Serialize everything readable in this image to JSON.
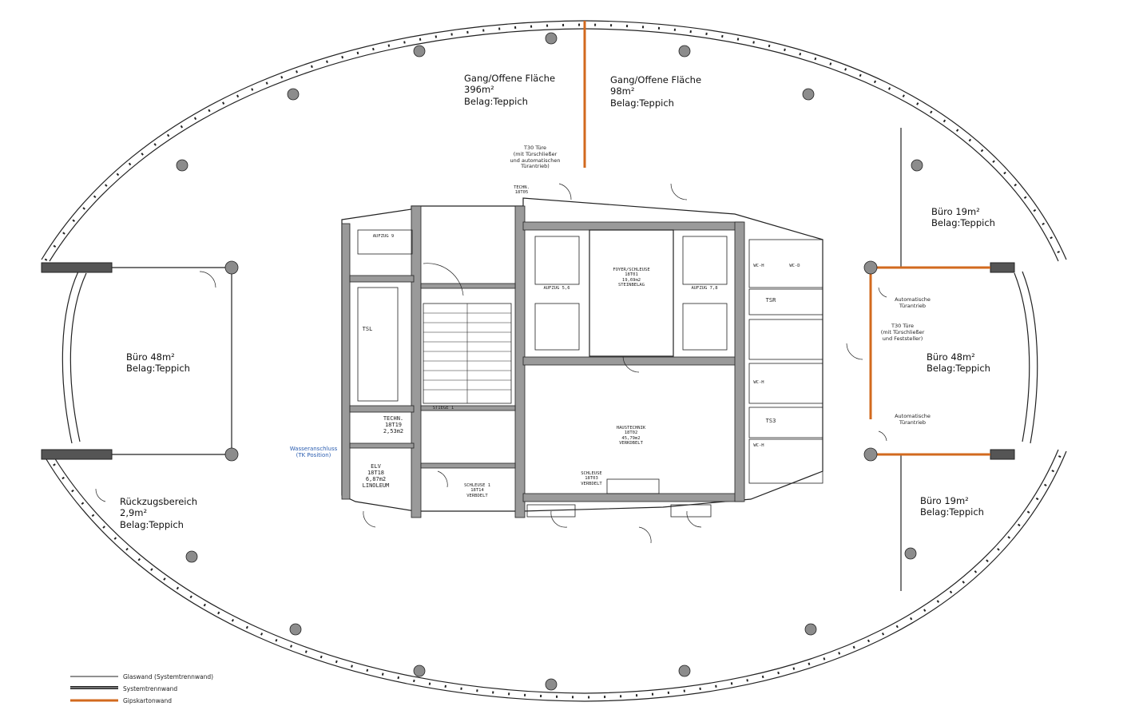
{
  "rooms": {
    "gang_left": {
      "name": "Gang/Offene Fläche",
      "area": "396m²",
      "floor": "Belag:Teppich"
    },
    "gang_right": {
      "name": "Gang/Offene Fläche",
      "area": "98m²",
      "floor": "Belag:Teppich"
    },
    "buero_48_left": {
      "name": "Büro 48m²",
      "floor": "Belag:Teppich"
    },
    "buero_48_right": {
      "name": "Büro 48m²",
      "floor": "Belag:Teppich"
    },
    "buero_19_top": {
      "name": "Büro 19m²",
      "floor": "Belag:Teppich"
    },
    "buero_19_bottom": {
      "name": "Büro 19m²",
      "floor": "Belag:Teppich"
    },
    "rueckzug": {
      "name": "Rückzugsbereich",
      "area": "2,9m²",
      "floor": "Belag:Teppich"
    }
  },
  "core_labels": {
    "foyer": "FOYER/SCHLEUSE\n18T01\n19,69m2\nSTEINBELAG",
    "haustechnik": "HAUSTECHNIK\n18T02\n45,79m2\nVERKDBELT",
    "aufzug_56": "AUFZUG 5,6",
    "aufzug_78": "AUFZUG 7,8",
    "aufzug_9": "AUFZUG 9",
    "technik_18t19": "TECHN.\n18T19\n2,53m2",
    "elv": "ELV\n18T18\n6,87m2\nLINOLEUM",
    "stiege1": "STIEGE 1",
    "schleuse1": "SCHLEUSE 1\n18T14\nVERBDELT",
    "schleuse_bottom": "SCHLEUSE\n18T03\nVERBDELT",
    "tsl": "TSL",
    "tsr": "TSR",
    "ts3": "TS3",
    "techn_top": "TECHN.\n18T05",
    "wc": "WC-H",
    "wc_d": "WC-D",
    "t30_top": "T30 Türe\n(mit Türschließer\nund automatischen\nTürantrieb)",
    "t30_right": "T30 Türe\n(mit Türschließer\nund Feststeller)",
    "auto_1": "Automatische\nTürantrieb",
    "auto_2": "Automatische\nTürantrieb",
    "wasser": "Wasseranschluss\n(TK Position)"
  },
  "legend": {
    "items": [
      {
        "label": "Glaswand (Systemtrennwand)",
        "color": "#222222",
        "style": "thin"
      },
      {
        "label": "Systemtrennwand",
        "color": "#222222",
        "style": "double"
      },
      {
        "label": "Gipskartonwand",
        "color": "#d2691e",
        "style": "thick"
      }
    ]
  },
  "colors": {
    "wall": "#222222",
    "gypsum": "#d2691e",
    "wall_fill": "#9a9a9a",
    "column": "#8c8c8c",
    "note_blue": "#2a5db0"
  }
}
